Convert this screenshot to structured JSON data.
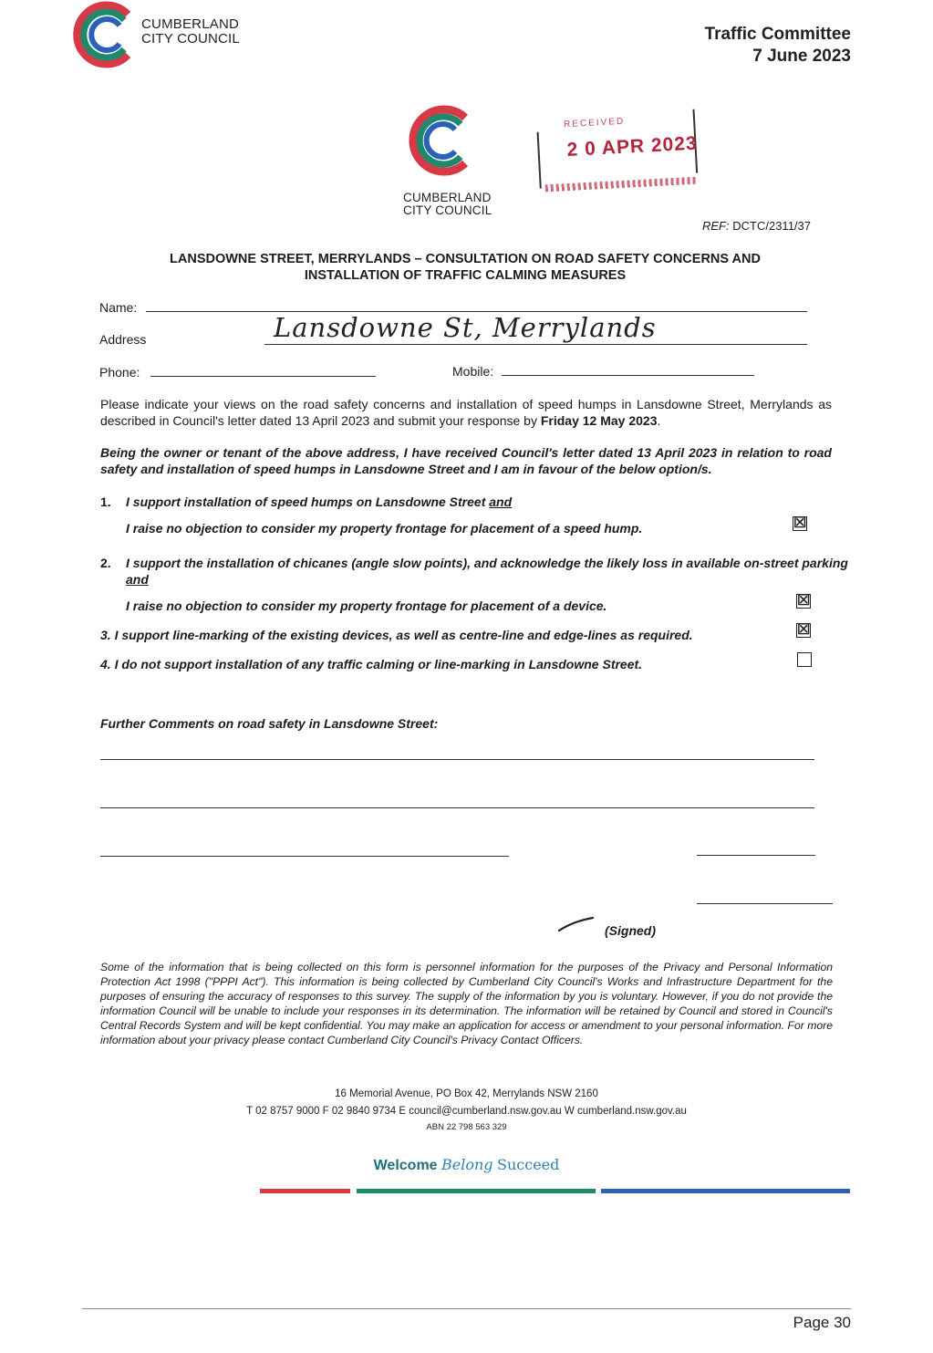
{
  "header": {
    "logo_line1": "CUMBERLAND",
    "logo_line2": "CITY COUNCIL",
    "committee": "Traffic Committee",
    "date": "7 June 2023"
  },
  "form": {
    "logo_line1": "CUMBERLAND",
    "logo_line2": "CITY COUNCIL",
    "stamp_top": "RECEIVED",
    "stamp_date": "2 0 APR 2023",
    "ref_label": "REF:",
    "ref_value": "DCTC/2311/37",
    "title_line1": "LANSDOWNE STREET, MERRYLANDS – CONSULTATION ON ROAD SAFETY CONCERNS AND",
    "title_line2": "INSTALLATION OF TRAFFIC CALMING MEASURES",
    "name_label": "Name:",
    "address_label": "Address",
    "address_value": "Lansdowne St, Merrylands",
    "phone_label": "Phone:",
    "mobile_label": "Mobile:",
    "intro_text": "Please indicate your views on the road safety concerns and installation of speed humps in Lansdowne Street, Merrylands as described in Council's letter dated 13 April 2023 and submit your response by ",
    "intro_deadline": "Friday 12 May 2023",
    "intro_end": ".",
    "owner_statement": "Being the owner or tenant of the above address, I have received Council's letter dated 13 April 2023 in relation to road safety and installation of speed humps in Lansdowne Street and I am in favour of the below option/s.",
    "options": [
      {
        "num": "1.",
        "text": "I support installation of speed humps on Lansdowne Street ",
        "and": "and",
        "sub": "I raise no objection to consider my property frontage for placement of a speed hump.",
        "mark": "☒"
      },
      {
        "num": "2.",
        "text": "I support the installation of chicanes (angle slow points), and acknowledge the likely loss in available on-street parking ",
        "and": "and",
        "sub": "I raise no objection to consider my property frontage for placement of a device.",
        "mark": "☒"
      },
      {
        "num": "3.",
        "text": "I support line-marking of the existing devices, as well as centre-line and edge-lines as required.",
        "mark": "☒"
      },
      {
        "num": "4.",
        "text": "I do not support installation of any traffic calming or line-marking in Lansdowne Street.",
        "mark": ""
      }
    ],
    "comments_label": "Further Comments on road safety in Lansdowne Street:",
    "signed_label": "(Signed)",
    "privacy_text": "Some of the information that is being collected on this form is personnel information for the purposes of the Privacy and Personal Information Protection Act 1998 (\"PPPI Act\"). This information is being collected by Cumberland City Council's Works and Infrastructure Department for the purposes of ensuring the accuracy of responses to this survey. The supply of the information by you is voluntary. However, if you do not provide the information Council will be unable to include your responses in its determination. The information will be retained by Council and stored in Council's Central Records System and will be kept confidential. You may make an application for access or amendment to your personal information. For more information about your privacy please contact Cumberland City Council's Privacy Contact Officers.",
    "address_line": "16 Memorial Avenue, PO Box 42, Merrylands NSW 2160",
    "contact_line": "T 02 8757 9000   F 02 9840 9734   E council@cumberland.nsw.gov.au   W cumberland.nsw.gov.au",
    "abn_line": "ABN 22 798 563 329",
    "slogan_welcome": "Welcome",
    "slogan_belong": "Belong",
    "slogan_succeed": "Succeed"
  },
  "footer": {
    "page": "Page 30"
  },
  "colors": {
    "red": "#d63a47",
    "green": "#1f8a6b",
    "blue": "#2b62b8"
  }
}
